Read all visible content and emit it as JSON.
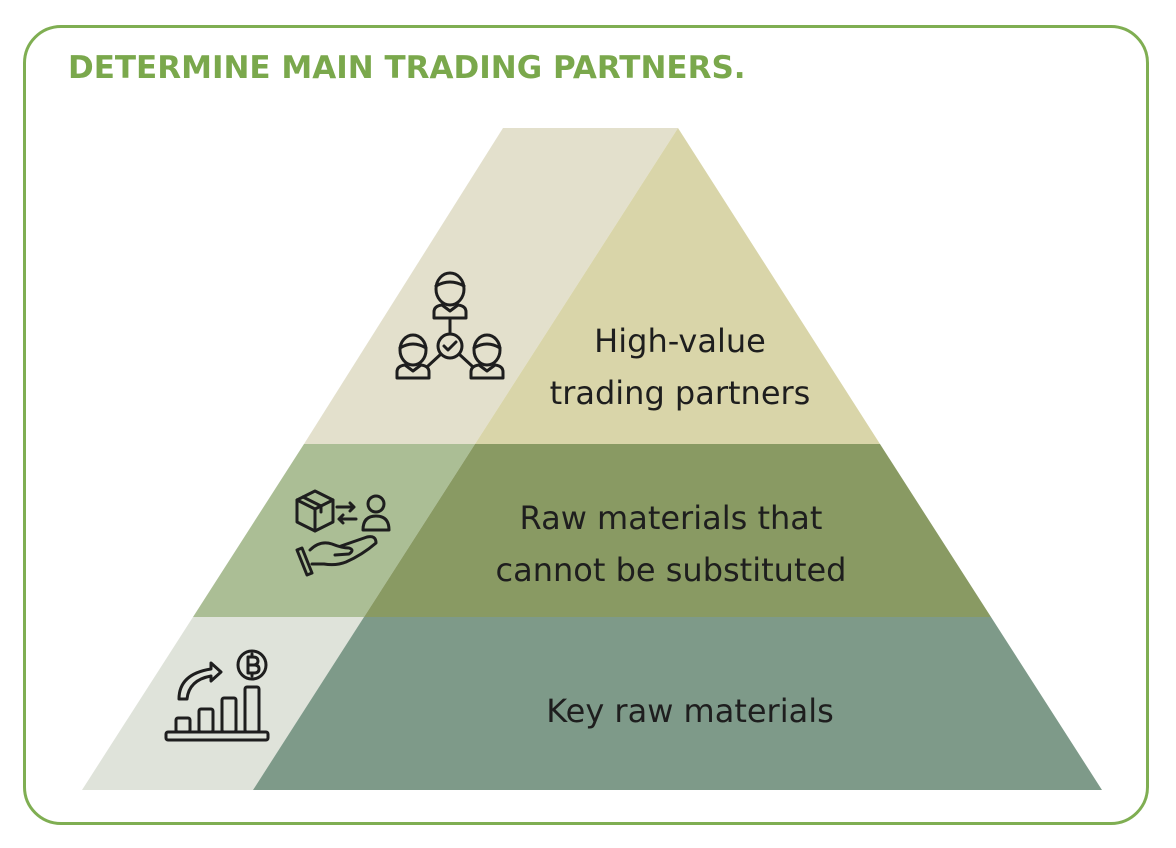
{
  "title": "DETERMINE MAIN TRADING PARTNERS.",
  "colors": {
    "border": "#7fae52",
    "title": "#7aa84c",
    "top_left": "#e3e0cc",
    "top_right": "#d9d5a9",
    "middle_left": "#abbe95",
    "middle_right": "#899a63",
    "bottom_left": "#dfe3da",
    "bottom_right": "#7e9a89"
  },
  "levels": [
    {
      "line1": "High-value",
      "line2": "trading partners",
      "icon": "people-network-check-icon"
    },
    {
      "line1": "Raw materials that",
      "line2": "cannot be substituted",
      "icon": "box-exchange-hand-icon"
    },
    {
      "line1": "Key raw materials",
      "icon": "growth-chart-baht-icon"
    }
  ]
}
